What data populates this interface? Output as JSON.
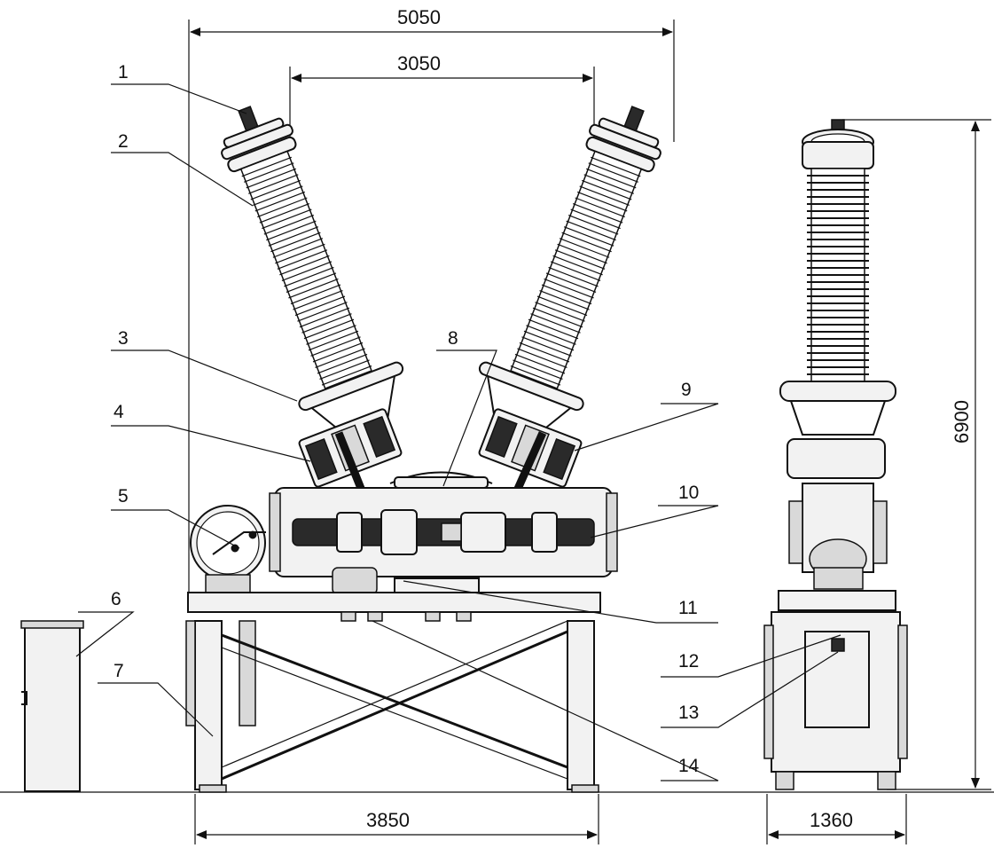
{
  "dimensions": {
    "overall_width": "5050",
    "bushing_spacing": "3050",
    "frame_width": "3850",
    "side_width": "1360",
    "height": "6900"
  },
  "callouts": [
    "1",
    "2",
    "3",
    "4",
    "5",
    "6",
    "7",
    "8",
    "9",
    "10",
    "11",
    "12",
    "13",
    "14"
  ],
  "colors": {
    "line": "#111111",
    "fill_light": "#f2f2f2",
    "fill_dark": "#2a2a2a"
  }
}
